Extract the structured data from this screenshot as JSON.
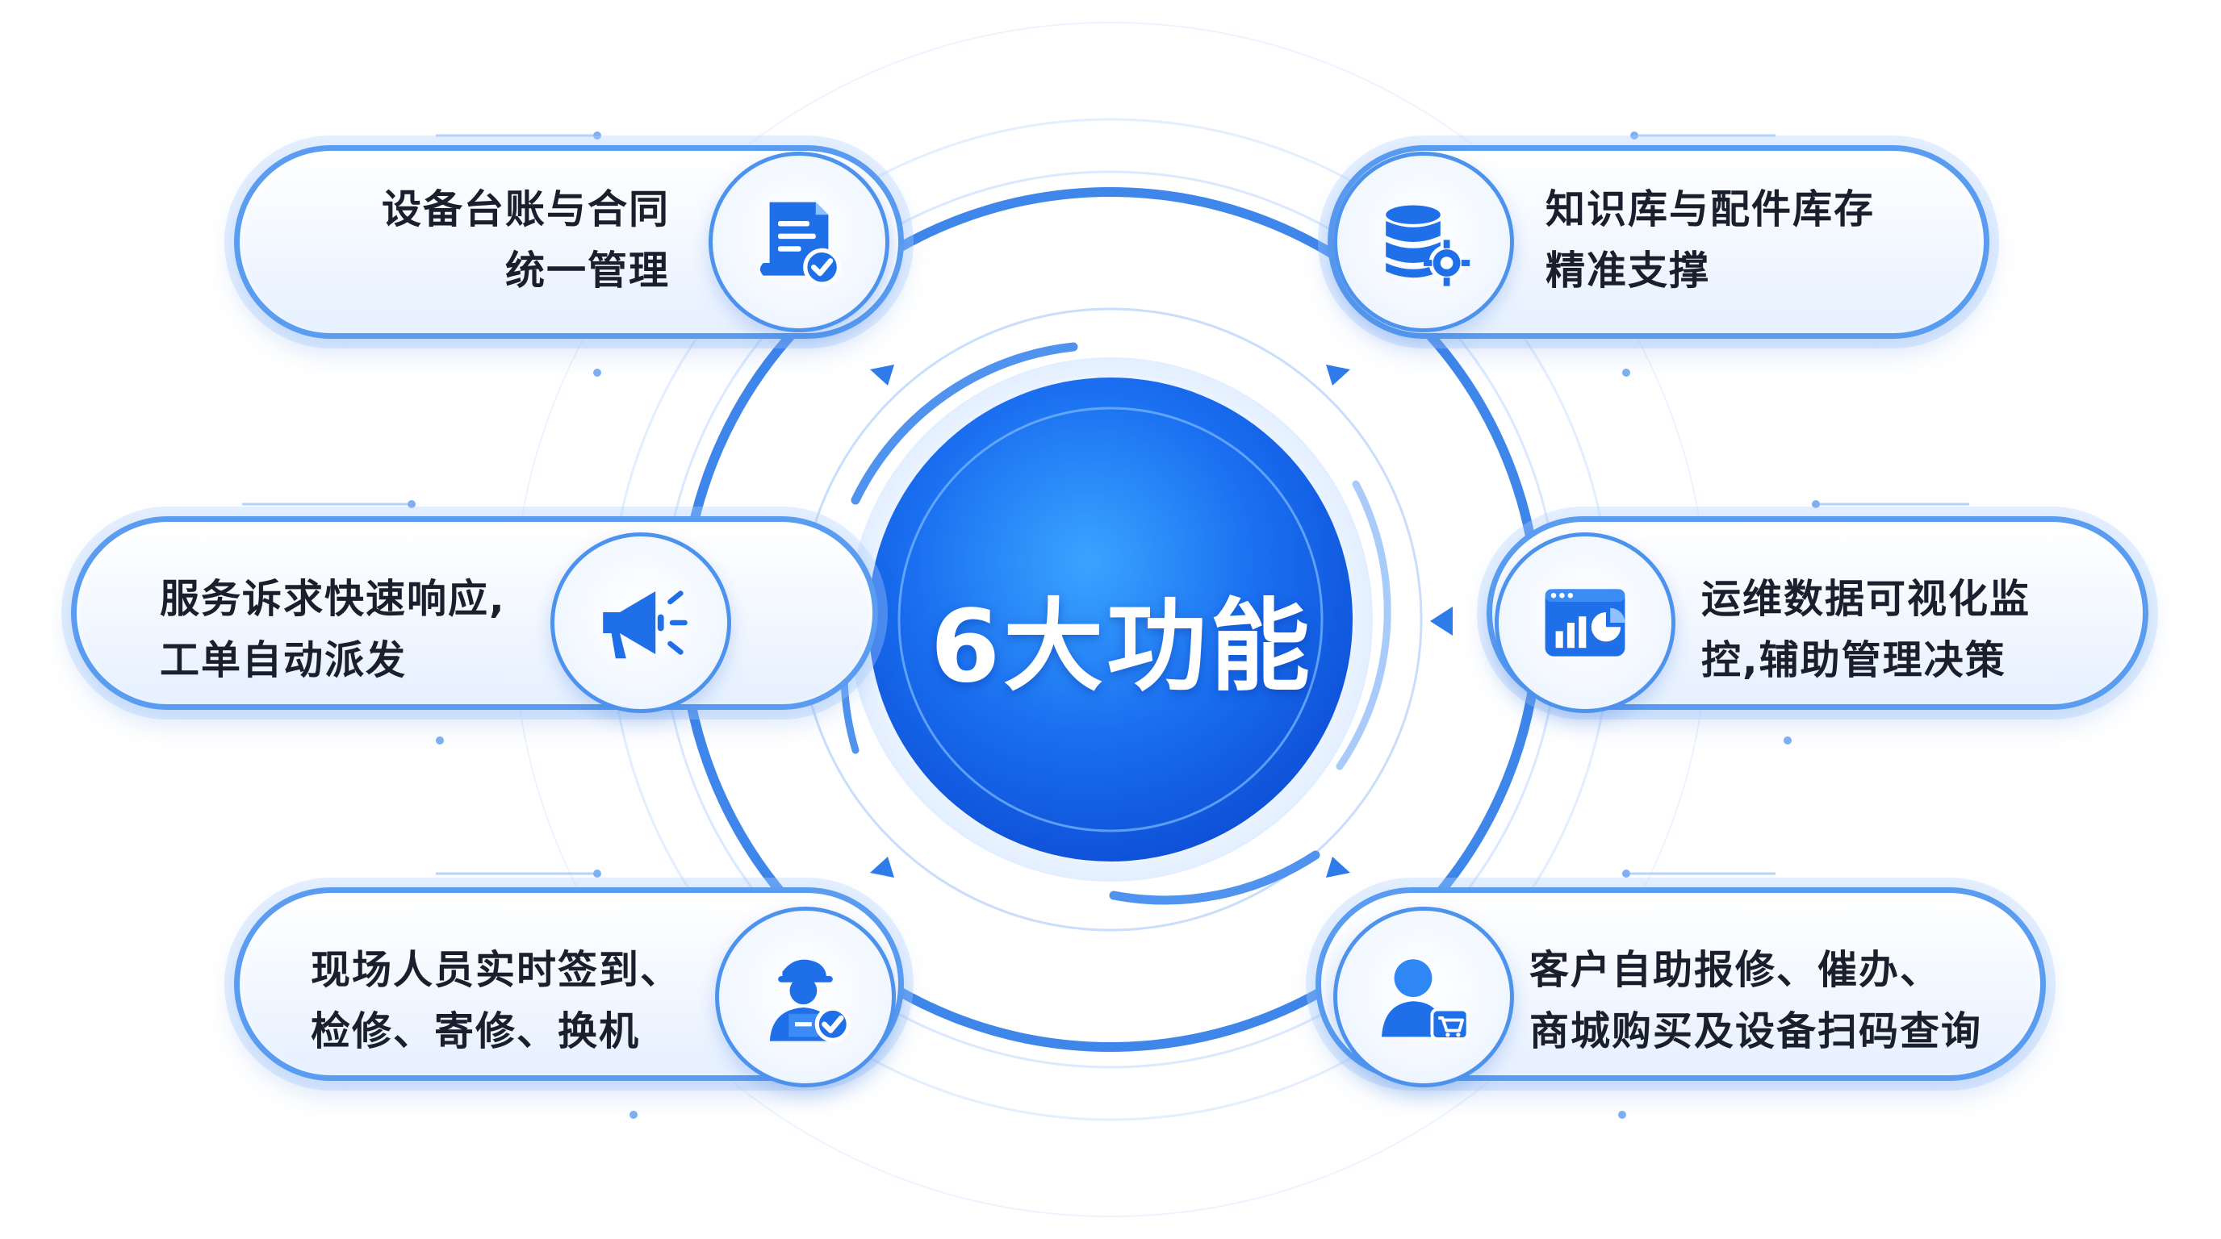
{
  "center": {
    "title": "6大功能"
  },
  "features": [
    {
      "line1": "设备台账与合同",
      "line2": "统一管理",
      "icon": "document-check-icon"
    },
    {
      "line1": "知识库与配件库存",
      "line2": "精准支撑",
      "icon": "database-gear-icon"
    },
    {
      "line1": "服务诉求快速响应,",
      "line2": "工单自动派发",
      "icon": "megaphone-icon"
    },
    {
      "line1": "运维数据可视化监",
      "line2": "控,辅助管理决策",
      "icon": "dashboard-chart-icon"
    },
    {
      "line1": "现场人员实时签到、",
      "line2": "检修、寄修、换机",
      "icon": "technician-check-icon"
    },
    {
      "line1": "客户自助报修、催办、",
      "line2": "商城购买及设备扫码查询",
      "icon": "user-cart-icon"
    }
  ],
  "colors": {
    "primary": "#1f6fe8",
    "light": "#5a9cf0",
    "pale": "#e6f0ff"
  }
}
